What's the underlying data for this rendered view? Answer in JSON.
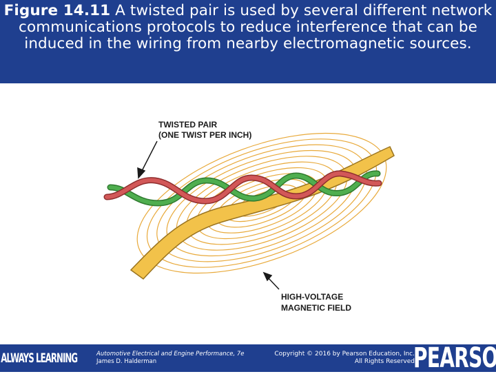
{
  "caption": {
    "label": "Figure 14.11",
    "text": " A twisted pair is used by several different network communications protocols to reduce interference that can be induced in the wiring from nearby electromagnetic sources."
  },
  "diagram": {
    "label_twisted_pair_line1": "TWISTED PAIR",
    "label_twisted_pair_line2": "(ONE TWIST PER INCH)",
    "label_field_line1": "HIGH-VOLTAGE",
    "label_field_line2": "MAGNETIC FIELD",
    "colors": {
      "conductor": "#f2c24a",
      "field_rings": "#e8a93a",
      "wire_red": "#c94b4b",
      "wire_green": "#3f9a3f"
    }
  },
  "footer": {
    "slogan": "ALWAYS LEARNING",
    "book_title": "Automotive Electrical and Engine Performance, 7e",
    "author": "James D. Halderman",
    "copyright_line1": "Copyright © 2016 by Pearson Education, Inc.",
    "copyright_line2": "All Rights Reserved",
    "publisher_logo": "PEARSON",
    "colors": {
      "bar": "#1f3f8f",
      "text": "#ffffff"
    }
  }
}
